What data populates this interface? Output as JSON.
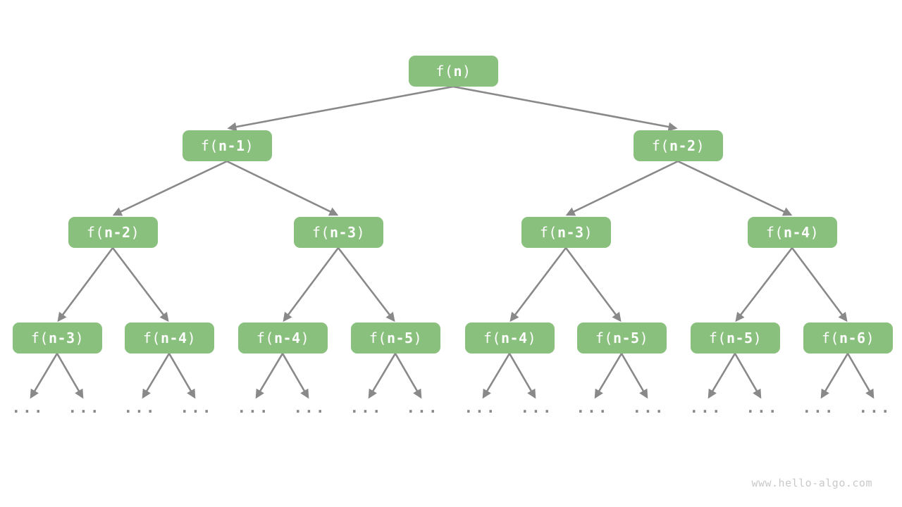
{
  "nodes": [
    {
      "open": "f(",
      "arg": "n",
      "close": ")"
    },
    {
      "open": "f(",
      "arg": "n-1",
      "close": ")"
    },
    {
      "open": "f(",
      "arg": "n-2",
      "close": ")"
    },
    {
      "open": "f(",
      "arg": "n-2",
      "close": ")"
    },
    {
      "open": "f(",
      "arg": "n-3",
      "close": ")"
    },
    {
      "open": "f(",
      "arg": "n-3",
      "close": ")"
    },
    {
      "open": "f(",
      "arg": "n-4",
      "close": ")"
    },
    {
      "open": "f(",
      "arg": "n-3",
      "close": ")"
    },
    {
      "open": "f(",
      "arg": "n-4",
      "close": ")"
    },
    {
      "open": "f(",
      "arg": "n-4",
      "close": ")"
    },
    {
      "open": "f(",
      "arg": "n-5",
      "close": ")"
    },
    {
      "open": "f(",
      "arg": "n-4",
      "close": ")"
    },
    {
      "open": "f(",
      "arg": "n-5",
      "close": ")"
    },
    {
      "open": "f(",
      "arg": "n-5",
      "close": ")"
    },
    {
      "open": "f(",
      "arg": "n-6",
      "close": ")"
    }
  ],
  "ellipsis": "...",
  "watermark": "www.hello-algo.com",
  "colors": {
    "background": "#ffffff",
    "node_fill": "#8ac07e",
    "node_text": "#ffffff",
    "arrow": "#898989",
    "watermark": "#c9c9c9"
  }
}
